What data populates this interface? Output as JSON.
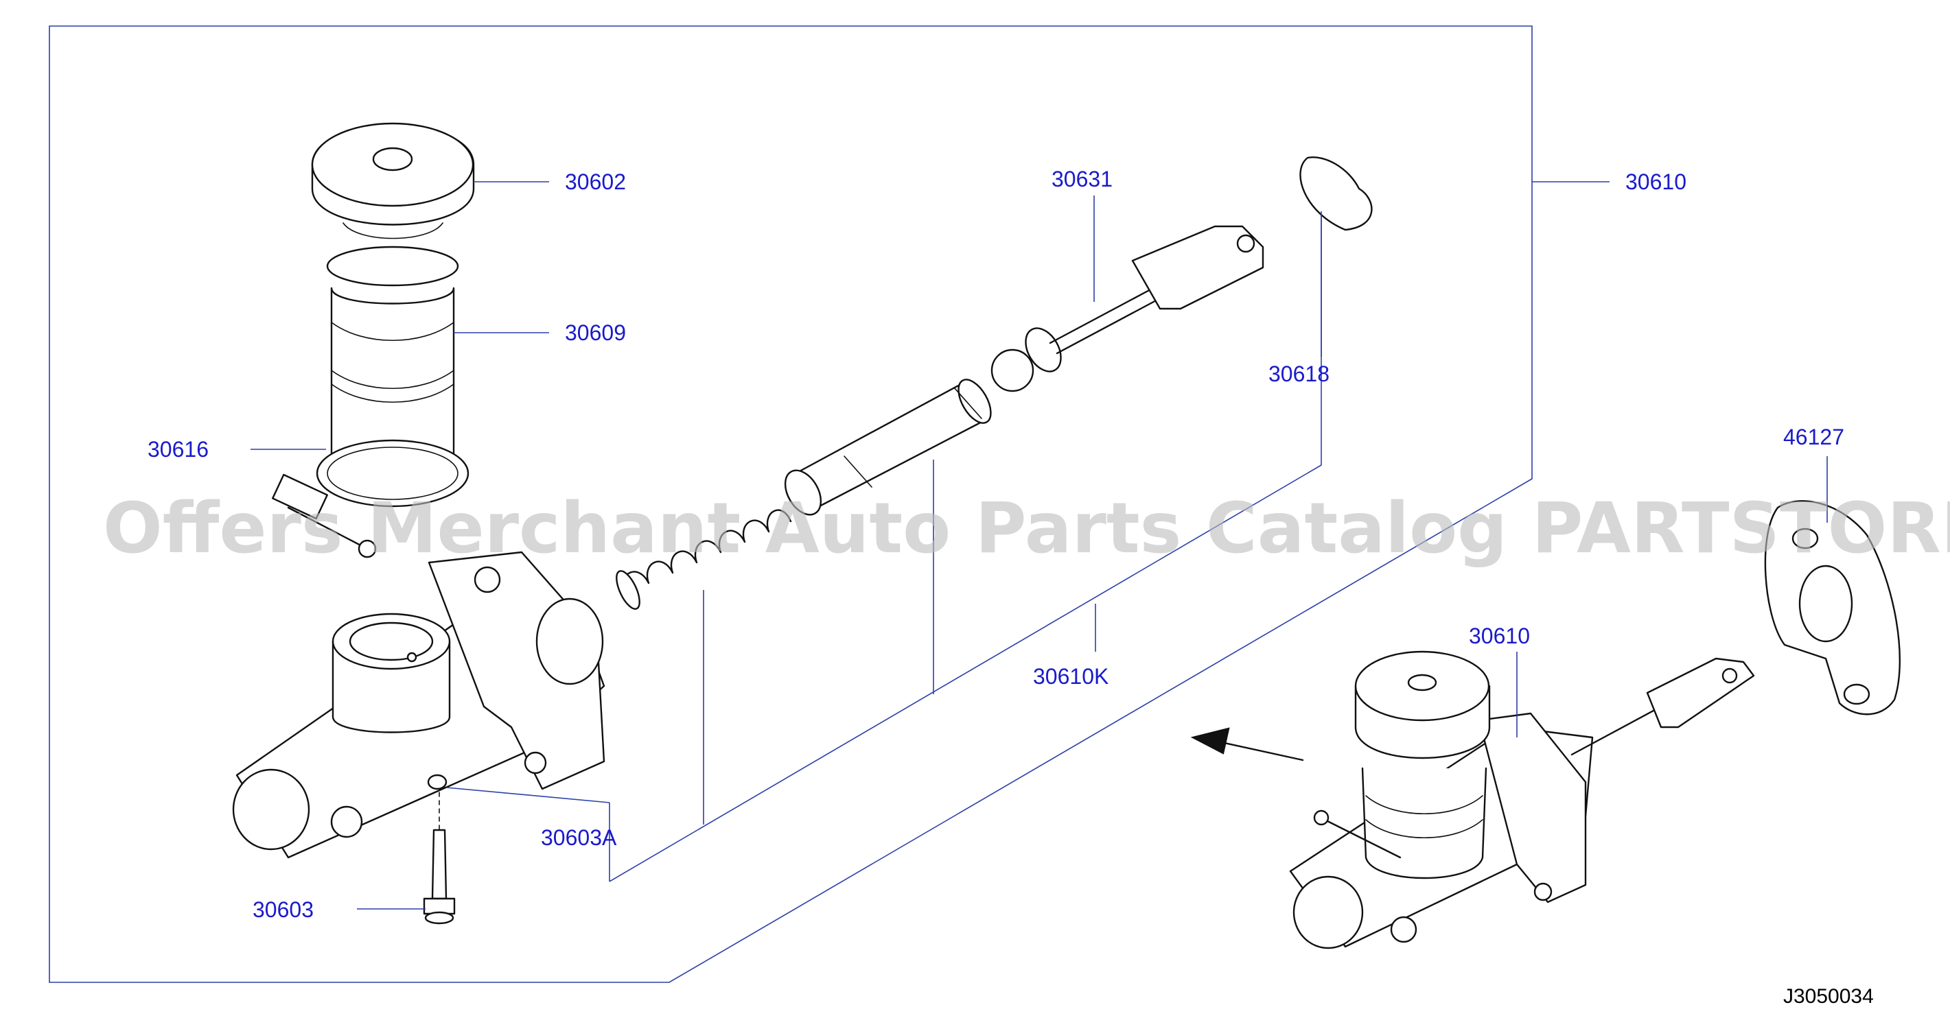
{
  "watermark": "Offers Merchant Auto Parts Catalog PARTSTORE.SA",
  "diagram_code": "J3050034",
  "colors": {
    "label": "#1a1acc",
    "leader": "#2b3fa8",
    "ink": "#111111",
    "watermark": "#bdbdbd"
  },
  "callouts": {
    "reservoir_cap": "30602",
    "reservoir_body": "30609",
    "reservoir_band": "30616",
    "push_rod": "30631",
    "snap_ring": "30618",
    "master_cylinder_assembly": "30610",
    "repair_kit": "30610K",
    "seal_washer": "30603A",
    "bolt": "30603",
    "spacer": "46127",
    "assembled_unit": "30610"
  }
}
